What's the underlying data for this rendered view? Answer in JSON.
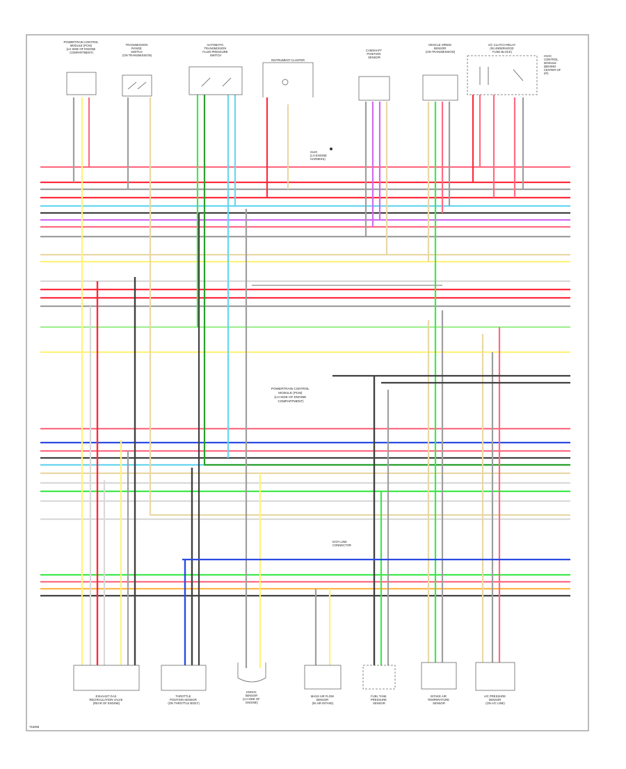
{
  "diagram": {
    "footer_code": "T15006",
    "center_label": [
      "POWERTRAIN CONTROL",
      "MODULE (PCM)",
      "(LH SIDE OF ENGINE",
      "COMPARTMENT)"
    ],
    "components": {
      "top": [
        {
          "id": "top-1",
          "lines": [
            "POWERTRAIN CONTROL",
            "MODULE (PCM)",
            "(LH SIDE OF ENGINE",
            "COMPARTMENT)"
          ]
        },
        {
          "id": "top-2",
          "lines": [
            "TRANSMISSION",
            "RANGE",
            "SWITCH",
            "(ON TRANSMISSION)"
          ]
        },
        {
          "id": "top-3",
          "lines": [
            "AUTOMATIC",
            "TRANSMISSION",
            "FLUID PRESSURE",
            "SWITCH"
          ]
        },
        {
          "id": "top-4",
          "lines": [
            "INSTRUMENT CLUSTER"
          ]
        },
        {
          "id": "top-5",
          "lines": [
            "CAMSHAFT",
            "POSITION",
            "SENSOR"
          ]
        },
        {
          "id": "top-6",
          "lines": [
            "VEHICLE SPEED",
            "SENSOR",
            "(ON TRANSMISSION)"
          ]
        },
        {
          "id": "top-7",
          "lines": [
            "A/C CLUTCH RELAY",
            "(IN UNDERHOOD",
            "FUSE BLOCK)"
          ]
        }
      ],
      "bottom": [
        {
          "id": "bot-1",
          "lines": [
            "EXHAUST GAS",
            "RECIRCULATION VALVE",
            "(REAR OF ENGINE)"
          ]
        },
        {
          "id": "bot-2",
          "lines": [
            "THROTTLE",
            "POSITION SENSOR",
            "(ON THROTTLE BODY)"
          ]
        },
        {
          "id": "bot-3",
          "lines": [
            "KNOCK",
            "SENSOR",
            "(LH SIDE OF",
            "ENGINE)"
          ]
        },
        {
          "id": "bot-4",
          "lines": [
            "MASS AIR FLOW",
            "SENSOR",
            "(IN AIR INTAKE)"
          ]
        },
        {
          "id": "bot-5",
          "lines": [
            "FUEL TANK",
            "PRESSURE",
            "SENSOR"
          ]
        },
        {
          "id": "bot-6",
          "lines": [
            "INTAKE AIR",
            "TEMPERATURE",
            "SENSOR"
          ]
        },
        {
          "id": "bot-7",
          "lines": [
            "A/C PRESSURE",
            "SENSOR",
            "(ON A/C LINE)"
          ]
        }
      ]
    },
    "mid_note": [
      "DATA LINK",
      "CONNECTOR"
    ],
    "splice_note": [
      "S120",
      "(LH ENGINE",
      "HARNESS)"
    ],
    "right_note": [
      "HVAC",
      "CONTROL",
      "MODULE",
      "(BEHIND",
      "CENTER OF",
      "I/P)"
    ],
    "palette": {
      "pink": "#ff6b81",
      "red": "#ff2a3d",
      "gray": "#9e9e9e",
      "black": "#404040",
      "yellow": "#fff27a",
      "tan": "#e9d7a4",
      "orange": "#ffb547",
      "green": "#3ee84a",
      "lightgreen": "#9ef08e",
      "blue": "#2a4be0",
      "lightblue": "#66d6f0",
      "violet": "#d06bf0",
      "white": "#d9d9d9",
      "brown": "#b08a5a",
      "darkgreen": "#2aa02a"
    }
  }
}
